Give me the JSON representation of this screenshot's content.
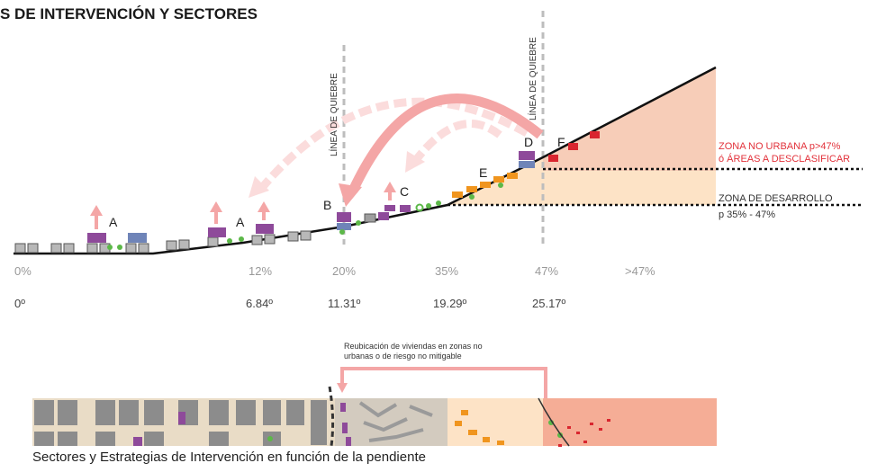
{
  "title": "S DE INTERVENCIÓN Y SECTORES",
  "break_line_label": "LÍNEA DE QUIEBRE",
  "zones": {
    "no_urbana_1": "ZONA NO URBANA p>47%",
    "no_urbana_2": "ó ÁREAS A DESCLASIFICAR",
    "desarrollo_1": "ZONA DE DESARROLLO",
    "desarrollo_2": "p 35% - 47%"
  },
  "letters": {
    "a1": "A",
    "a2": "A",
    "b": "B",
    "c": "C",
    "d": "D",
    "e": "E",
    "f": "F"
  },
  "percent_ticks": [
    "0%",
    "12%",
    "20%",
    "35%",
    "47%",
    ">47%"
  ],
  "degree_ticks": [
    "0º",
    "6.84º",
    "11.31º",
    "19.29º",
    "25.17º"
  ],
  "relocation_note_1": "Reubicación de viviendas en zonas no",
  "relocation_note_2": "urbanas o de riesgo no mitigable",
  "caption": "Sectores y Estrategias de Intervención en función de la pendiente",
  "colors": {
    "purple": "#8e4a9a",
    "blue": "#6f84b8",
    "green": "#5cb848",
    "orange": "#f0951e",
    "red": "#d9262f",
    "pink_arrow": "#f4a6a6",
    "zone_red_fill": "#f7cdb8",
    "zone_orange_fill": "#fde3c6",
    "zone_text_red": "#e2323b",
    "grey_house": "#9e9e9e"
  }
}
